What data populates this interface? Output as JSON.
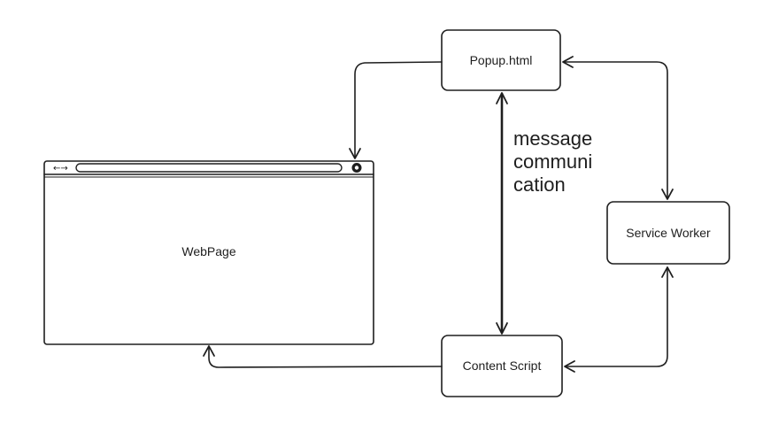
{
  "diagram": {
    "nodes": {
      "popup": "Popup.html",
      "webpage": "WebPage",
      "service_worker": "Service Worker",
      "content_script": "Content Script"
    },
    "annotation": {
      "line1": "message",
      "line2": "communi",
      "line3": "cation"
    },
    "browser_controls": {
      "nav_glyph": "←→"
    }
  }
}
